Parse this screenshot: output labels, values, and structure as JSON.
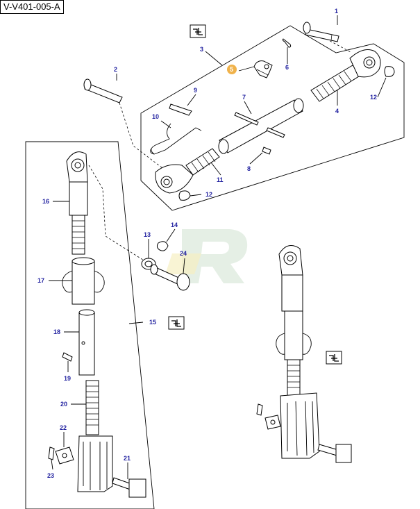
{
  "reference": "V-V401-005-A",
  "callouts": {
    "c1": "1",
    "c2": "2",
    "c3": "3",
    "c4": "4",
    "c5": "5",
    "c6": "6",
    "c7": "7",
    "c8": "8",
    "c9": "9",
    "c10": "10",
    "c11": "11",
    "c12a": "12",
    "c12b": "12",
    "c13": "13",
    "c14": "14",
    "c15": "15",
    "c16": "16",
    "c17": "17",
    "c18": "18",
    "c19": "19",
    "c20": "20",
    "c21": "21",
    "c22": "22",
    "c23": "23",
    "c24": "24"
  },
  "colors": {
    "callout_text": "#2222a0",
    "callout_5_fill": "#f0b24a",
    "line": "#000000"
  },
  "icons": [
    "hand-book-icon",
    "hand-book-icon",
    "hand-book-icon"
  ]
}
